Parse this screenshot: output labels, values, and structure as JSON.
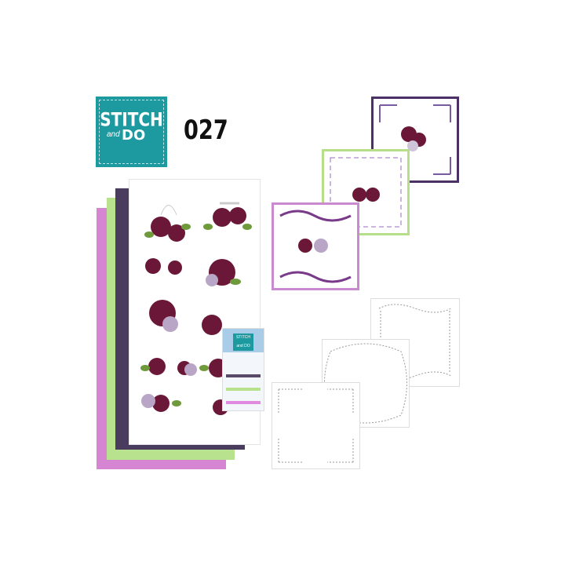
{
  "brand": {
    "line1": "STITCH",
    "line2a": "and",
    "line2b": "DO"
  },
  "product_number": "027",
  "thread_card": {
    "brand": "STITCH and DO"
  },
  "colors": {
    "teal": "#1d9aa0",
    "pink": "#d27fcf",
    "green": "#b6e08a",
    "purple": "#4a3a5e",
    "flower": "#6b1838"
  }
}
